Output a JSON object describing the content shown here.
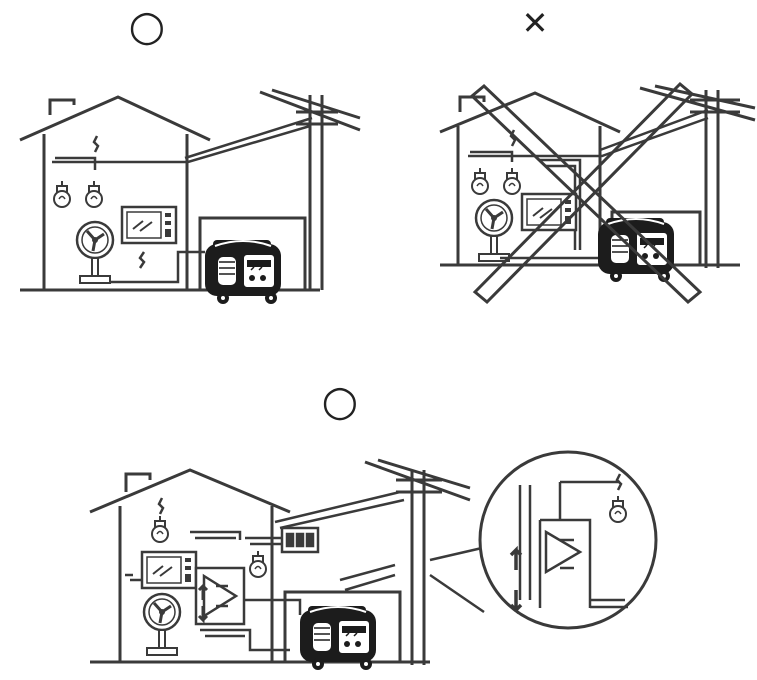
{
  "panels": [
    {
      "id": "correct-direct",
      "verdict": "correct",
      "symbol": "○"
    },
    {
      "id": "incorrect-direct",
      "verdict": "incorrect",
      "symbol": "✕"
    },
    {
      "id": "correct-transfer-switch",
      "verdict": "correct",
      "symbol": "○"
    }
  ],
  "icons": [
    "house-icon",
    "utility-pole-icon",
    "light-bulb-icon",
    "fan-icon",
    "microwave-icon",
    "inverter-generator-icon",
    "transfer-switch-icon",
    "fuse-box-icon",
    "magnifier-callout-icon",
    "cross-out-icon"
  ],
  "colors": {
    "line": "#3a3a3a",
    "generator": "#1c1c1c",
    "background": "#ffffff"
  }
}
